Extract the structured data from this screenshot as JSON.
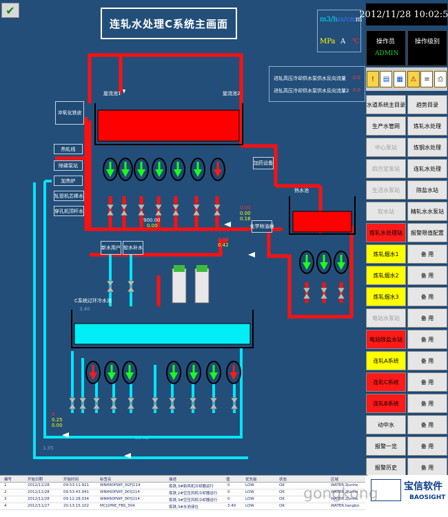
{
  "app": {
    "ok_button": "✔"
  },
  "title": "连轧水处理C系统主画面",
  "units": {
    "flow": "m3/h",
    "cond": "us/cm",
    "len": "m",
    "press": "MPa",
    "amp": "A",
    "temp": "℃"
  },
  "datetime": "2012/11/28 10:02:52",
  "operator": {
    "label": "操作员",
    "value": "ADMIN",
    "level_label": "操作级别"
  },
  "flow_panel": {
    "line1": "进轧高压冷却供水泵供水反向流量",
    "val1": "0.0",
    "line2": "进轧高压冷却供水泵供水反向流量2",
    "val2": "0.0"
  },
  "tanks": {
    "pool1": "旋流池1",
    "pool2": "旋流池2",
    "hot": "热水池",
    "cold": "C系统过环冷水池",
    "cold_val": "3.40"
  },
  "left_boxes": [
    "冲氧化铁皮",
    "热轧线",
    "除磷泵站",
    "加热炉",
    "轧管机芯棒水",
    "穿孔机顶杆水"
  ],
  "dosing": "加药设备",
  "chem_dosing": "化学除油器",
  "newuser": "新水用户",
  "softwater": "软水补水",
  "values": {
    "v_900": "900.00",
    "v_1": "0.00",
    "v_2": "0.00",
    "v_3": "0.00",
    "v_4": "0.16",
    "v_5": "0.00",
    "v_6": "0.42",
    "v_554": "554.2",
    "v_135": "1.35",
    "v_b1": "0",
    "v_b2": "0.25",
    "v_b3": "0.00"
  },
  "nav": [
    {
      "label": "水道系统主目录",
      "color": "#e6e6e6",
      "text": "#000"
    },
    {
      "label": "趋势目录",
      "color": "#e6e6e6",
      "text": "#000"
    },
    {
      "label": "生产水管网",
      "color": "#e6e6e6",
      "text": "#000"
    },
    {
      "label": "炼轧水处理",
      "color": "#e6e6e6",
      "text": "#000"
    },
    {
      "label": "中心泵站",
      "color": "#e6e6e6",
      "text": "#a0a0a0"
    },
    {
      "label": "炼钢水处理",
      "color": "#e6e6e6",
      "text": "#000"
    },
    {
      "label": "四方定泵站",
      "color": "#e6e6e6",
      "text": "#a0a0a0"
    },
    {
      "label": "连轧水处理",
      "color": "#e6e6e6",
      "text": "#000"
    },
    {
      "label": "生活水泵站",
      "color": "#e6e6e6",
      "text": "#a0a0a0"
    },
    {
      "label": "除盐水站",
      "color": "#e6e6e6",
      "text": "#000"
    },
    {
      "label": "软水站",
      "color": "#e6e6e6",
      "text": "#a0a0a0"
    },
    {
      "label": "精轧水水泵站",
      "color": "#e6e6e6",
      "text": "#000"
    },
    {
      "label": "炼轧水处理站",
      "color": "#ff1a1a",
      "text": "#000"
    },
    {
      "label": "报警限值配置",
      "color": "#e6e6e6",
      "text": "#000"
    },
    {
      "label": "炼轧烟水1",
      "color": "#ffff00",
      "text": "#000"
    },
    {
      "label": "备 用",
      "color": "#e6e6e6",
      "text": "#000"
    },
    {
      "label": "炼轧烟水2",
      "color": "#ffff00",
      "text": "#000"
    },
    {
      "label": "备 用",
      "color": "#e6e6e6",
      "text": "#000"
    },
    {
      "label": "炼轧烟水3",
      "color": "#ffff00",
      "text": "#000"
    },
    {
      "label": "备 用",
      "color": "#e6e6e6",
      "text": "#000"
    },
    {
      "label": "电站水泵站",
      "color": "#e6e6e6",
      "text": "#a0a0a0"
    },
    {
      "label": "备 用",
      "color": "#e6e6e6",
      "text": "#000"
    },
    {
      "label": "电站除盐水站",
      "color": "#ff1a1a",
      "text": "#000"
    },
    {
      "label": "备 用",
      "color": "#e6e6e6",
      "text": "#000"
    },
    {
      "label": "连轧A系统",
      "color": "#ffff00",
      "text": "#000"
    },
    {
      "label": "备 用",
      "color": "#e6e6e6",
      "text": "#000"
    },
    {
      "label": "连轧C系统",
      "color": "#ff1a1a",
      "text": "#000"
    },
    {
      "label": "备 用",
      "color": "#e6e6e6",
      "text": "#000"
    },
    {
      "label": "连轧B系统",
      "color": "#ff1a1a",
      "text": "#000"
    },
    {
      "label": "备 用",
      "color": "#e6e6e6",
      "text": "#000"
    },
    {
      "label": "动中水",
      "color": "#e6e6e6",
      "text": "#000"
    },
    {
      "label": "备 用",
      "color": "#e6e6e6",
      "text": "#000"
    },
    {
      "label": "报警一览",
      "color": "#e6e6e6",
      "text": "#000"
    },
    {
      "label": "备 用",
      "color": "#e6e6e6",
      "text": "#000"
    },
    {
      "label": "报警历史",
      "color": "#e6e6e6",
      "text": "#000"
    },
    {
      "label": "备 用",
      "color": "#e6e6e6",
      "text": "#000"
    }
  ],
  "alarm_table": {
    "headers": [
      "编号",
      "开始日期",
      "开始时间",
      "标签名",
      "描述",
      "值",
      "优先级",
      "状态",
      "区域"
    ],
    "rows": [
      [
        "1",
        "2012/11/28",
        "09:53:11.921",
        "WNH60PWP_3GFJ114",
        "炼铁,3#新风机冷却器运行",
        "0",
        "LOW",
        "OK",
        "WATER.3junhe"
      ],
      [
        "2",
        "2012/11/28",
        "09:53:43.941",
        "WNH60PWP_2KYJ114",
        "炼铁,2#空压风机冷却器运行",
        "0",
        "LOW",
        "OK",
        "WATER.2junhe"
      ],
      [
        "3",
        "2012/11/28",
        "09:12:28.034",
        "WNH60PWP_3KYJ114",
        "炼铁,3#空压风机冷却器运行",
        "0",
        "LOW",
        "OK",
        "WATER.2junhe"
      ],
      [
        "4",
        "2012/11/27",
        "20:13:15.102",
        "MCJ1PRE_FBS_304",
        "炼铁,3#水池液位",
        "3.40",
        "LOW",
        "OK",
        "WATER.liangbo"
      ]
    ]
  },
  "logo": {
    "name": "宝信软件",
    "en": "BAOSIGHT"
  },
  "watermark": "gongkong"
}
